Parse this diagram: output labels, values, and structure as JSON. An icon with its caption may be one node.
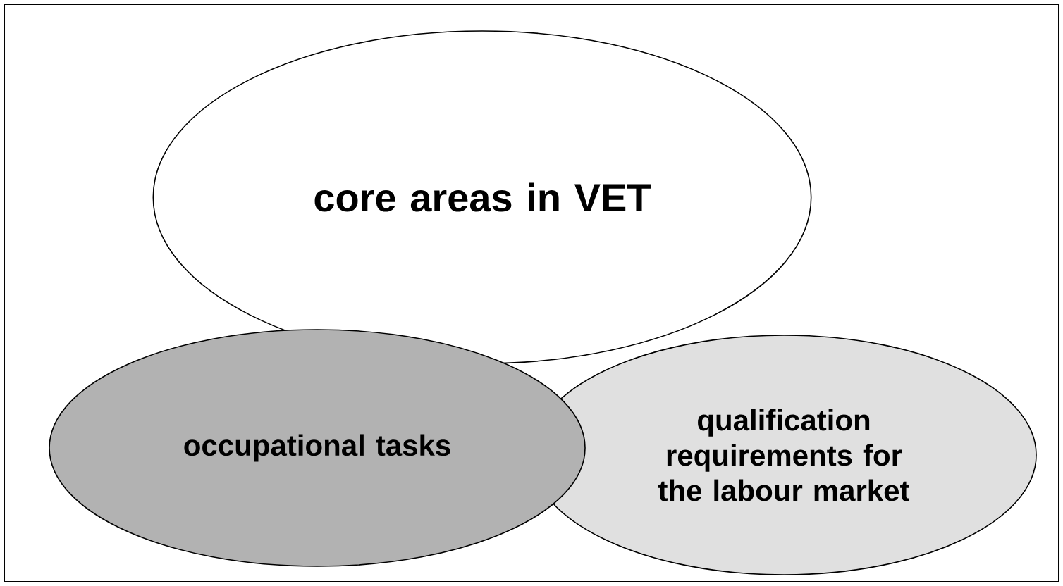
{
  "diagram": {
    "nodes": [
      {
        "text": [
          "core areas in VET"
        ]
      },
      {
        "text": [
          "occupational tasks"
        ]
      },
      {
        "text": [
          "qualification requirements for the labour market"
        ]
      }
    ]
  }
}
